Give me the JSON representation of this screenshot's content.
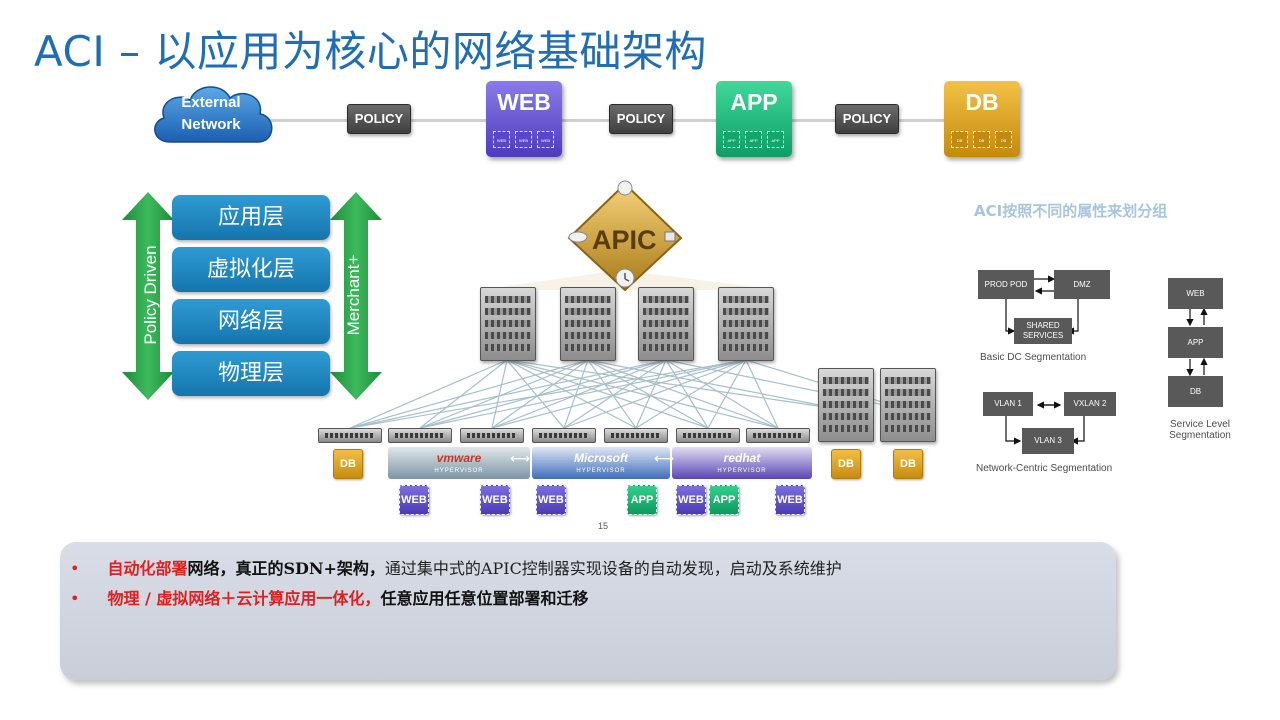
{
  "title": "ACI – 以应用为核心的网络基础架构",
  "top_row": {
    "cloud_line1": "External",
    "cloud_line2": "Network",
    "policy_label": "POLICY",
    "web": {
      "label": "WEB",
      "mini": "WEB"
    },
    "app": {
      "label": "APP",
      "mini": "APP"
    },
    "db": {
      "label": "DB",
      "mini": "DB"
    }
  },
  "layers": [
    "应用层",
    "虚拟化层",
    "网络层",
    "物理层"
  ],
  "arrows": {
    "left": "Policy Driven",
    "right": "Merchant+"
  },
  "apic_label": "APIC",
  "hypervisors": {
    "vmware": "vmware",
    "microsoft": "Microsoft",
    "redhat": "redhat",
    "sub": "HYPERVISOR"
  },
  "small_tiles": {
    "web": "WEB",
    "app": "APP",
    "db": "DB"
  },
  "page_number": "15",
  "right_panel": {
    "title": "ACI按照不同的属性来划分组",
    "basic": {
      "prod_pod": "PROD POD",
      "dmz": "DMZ",
      "shared": "SHARED SERVICES",
      "caption": "Basic DC Segmentation"
    },
    "network": {
      "vlan1": "VLAN 1",
      "vxlan2": "VXLAN 2",
      "vlan3": "VLAN 3",
      "caption": "Network-Centric Segmentation"
    },
    "service": {
      "web": "WEB",
      "app": "APP",
      "db": "DB",
      "caption_line1": "Service Level",
      "caption_line2": "Segmentation"
    }
  },
  "bullets": {
    "b1_red": "自动化部署",
    "b1_bold": "网络，真正的SDN+架构，",
    "b1_rest": "通过集中式的APIC控制器实现设备的自动发现，启动及系统维护",
    "b2_red": "物理 / 虚拟网络＋云计算应用一体化，",
    "b2_bold": "任意应用任意位置部署和迁移"
  },
  "colors": {
    "title_blue": "#1f6db4",
    "layer_blue": "#1f86c1",
    "arrow_green": "#1d8a3a",
    "web_purple": "#5a46c8",
    "app_green": "#12a56c",
    "db_gold": "#e0a52a",
    "bullet_red": "#e02020"
  }
}
